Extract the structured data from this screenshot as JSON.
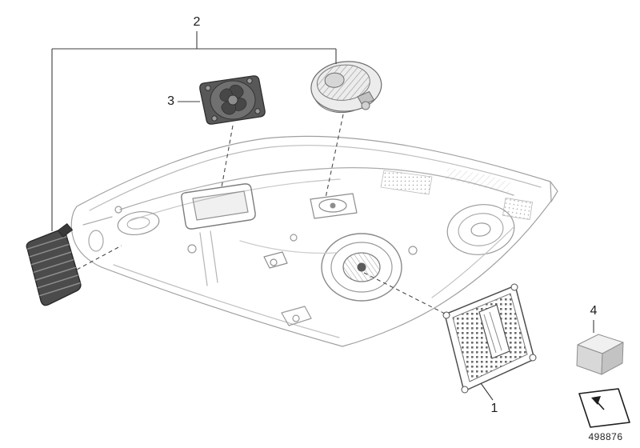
{
  "callouts": {
    "c1": "1",
    "c2": "2",
    "c3": "3",
    "c4": "4"
  },
  "part_number": "498876",
  "colors": {
    "drawing_line": "#a0a0a0",
    "detail_line": "#7d7d7d",
    "dark_part_fill": "#4b4b4b",
    "callout_line": "#3c3c3c",
    "background": "#ffffff"
  }
}
